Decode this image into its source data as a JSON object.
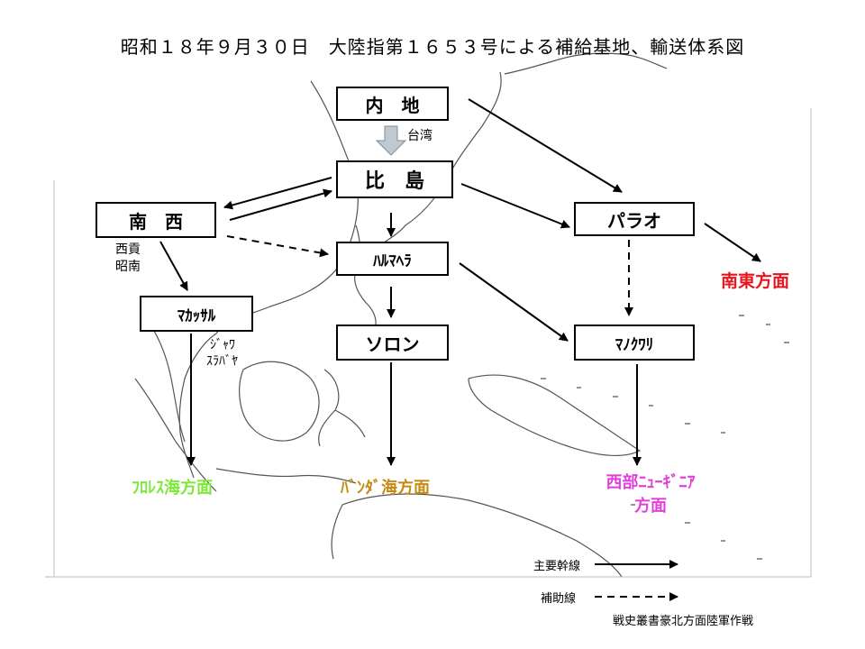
{
  "title": "昭和１８年９月３０日　大陸指第１６５３号による補給基地、輸送体系図",
  "nodes": {
    "naichi": "内　地",
    "hito": "比　島",
    "nansei": "南　西",
    "halmahera": "ﾊﾙﾏﾍﾗ",
    "palau": "パラオ",
    "makassar": "ﾏｶｯｻﾙ",
    "sorong": "ソロン",
    "manokwari": "ﾏﾉｸﾜﾘ"
  },
  "labels": {
    "taiwan": "台湾",
    "saigon": "西貢",
    "shonan": "昭南",
    "java": "ｼﾞｬﾜ",
    "surabaya": "ｽﾗﾊﾞﾔ"
  },
  "destinations": {
    "nantou": "南東方面",
    "flores": "ﾌﾛﾚｽ海方面",
    "banda": "ﾊﾞﾝﾀﾞ海方面",
    "newguinea_line1": "西部ﾆｭｰｷﾞﾆｱ",
    "newguinea_line2": "方面"
  },
  "dest_colors": {
    "nantou": "#e8141c",
    "flores": "#7ee83a",
    "banda": "#c58a12",
    "newguinea": "#e040d8"
  },
  "legend": {
    "main": "主要幹線",
    "aux": "補助線"
  },
  "source": "戦史叢書豪北方面陸軍作戦"
}
